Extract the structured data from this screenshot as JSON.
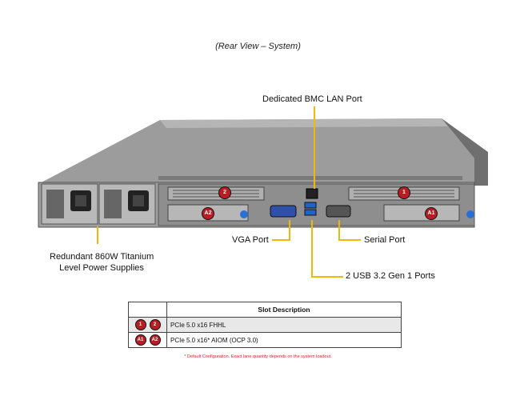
{
  "caption": "(Rear View – System)",
  "callouts": {
    "bmc": "Dedicated BMC LAN Port",
    "vga": "VGA Port",
    "serial": "Serial Port",
    "usb": "2 USB 3.2 Gen 1 Ports",
    "psu_line1": "Redundant  860W Titanium",
    "psu_line2": "Level Power Supplies"
  },
  "badges": {
    "slot1": "1",
    "slot2": "2",
    "slotA1": "A1",
    "slotA2": "A2"
  },
  "table": {
    "header": "Slot Description",
    "rows": [
      {
        "icons": [
          "1",
          "2"
        ],
        "desc": "PCIe 5.0 x16 FHHL"
      },
      {
        "icons": [
          "A1",
          "A2"
        ],
        "desc": "PCIe 5.0 x16* AIOM (OCP 3.0)"
      }
    ]
  },
  "footnote": "* Default Configuration. Exact lane quantity depends on the system loadout.",
  "colors": {
    "callout": "#f2b707",
    "badge": "#b81d24",
    "chassis": "#8c8c8c"
  }
}
